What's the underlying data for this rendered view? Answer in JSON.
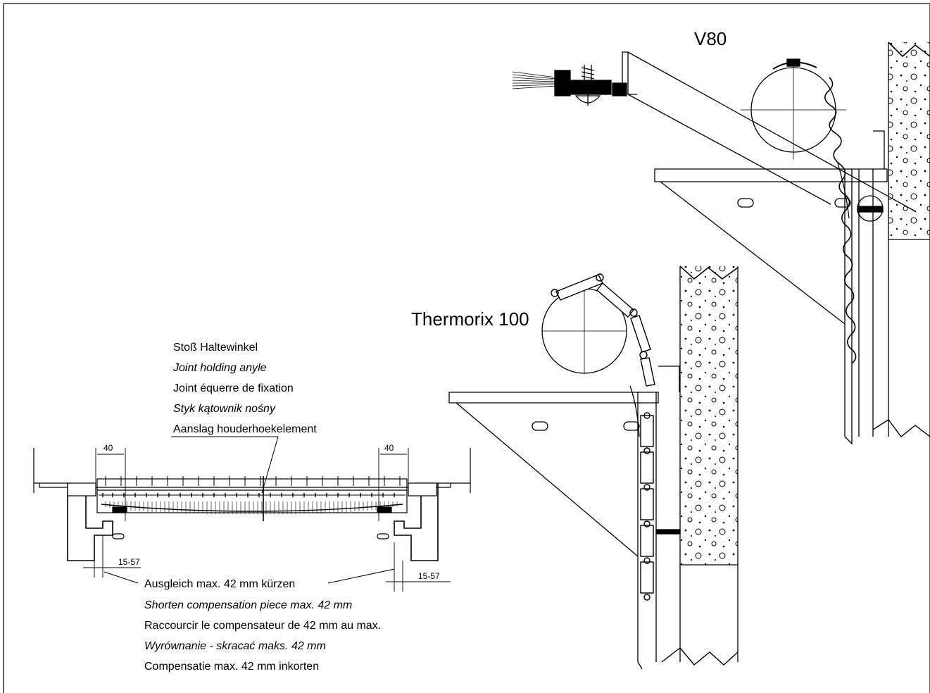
{
  "labels": {
    "v80": "V80",
    "thermorix": "Thermorix 100"
  },
  "joint_notes": [
    "Stoß Haltewinkel",
    "Joint holding anyle",
    "Joint équerre de fixation",
    "Styk kątownik nośny",
    "Aanslag houderhoekelement"
  ],
  "compensation_notes": [
    "Ausgleich max. 42 mm kürzen",
    "Shorten compensation piece max. 42 mm",
    "Raccourcir le compensateur de 42 mm au max.",
    "Wyrównanie - skracać maks. 42 mm",
    "Compensatie max. 42 mm inkorten"
  ],
  "dimensions": {
    "width_left": "40",
    "width_right": "40",
    "range_left": "15-57",
    "range_right": "15-57"
  },
  "colors": {
    "line": "#000000",
    "background": "#ffffff"
  }
}
